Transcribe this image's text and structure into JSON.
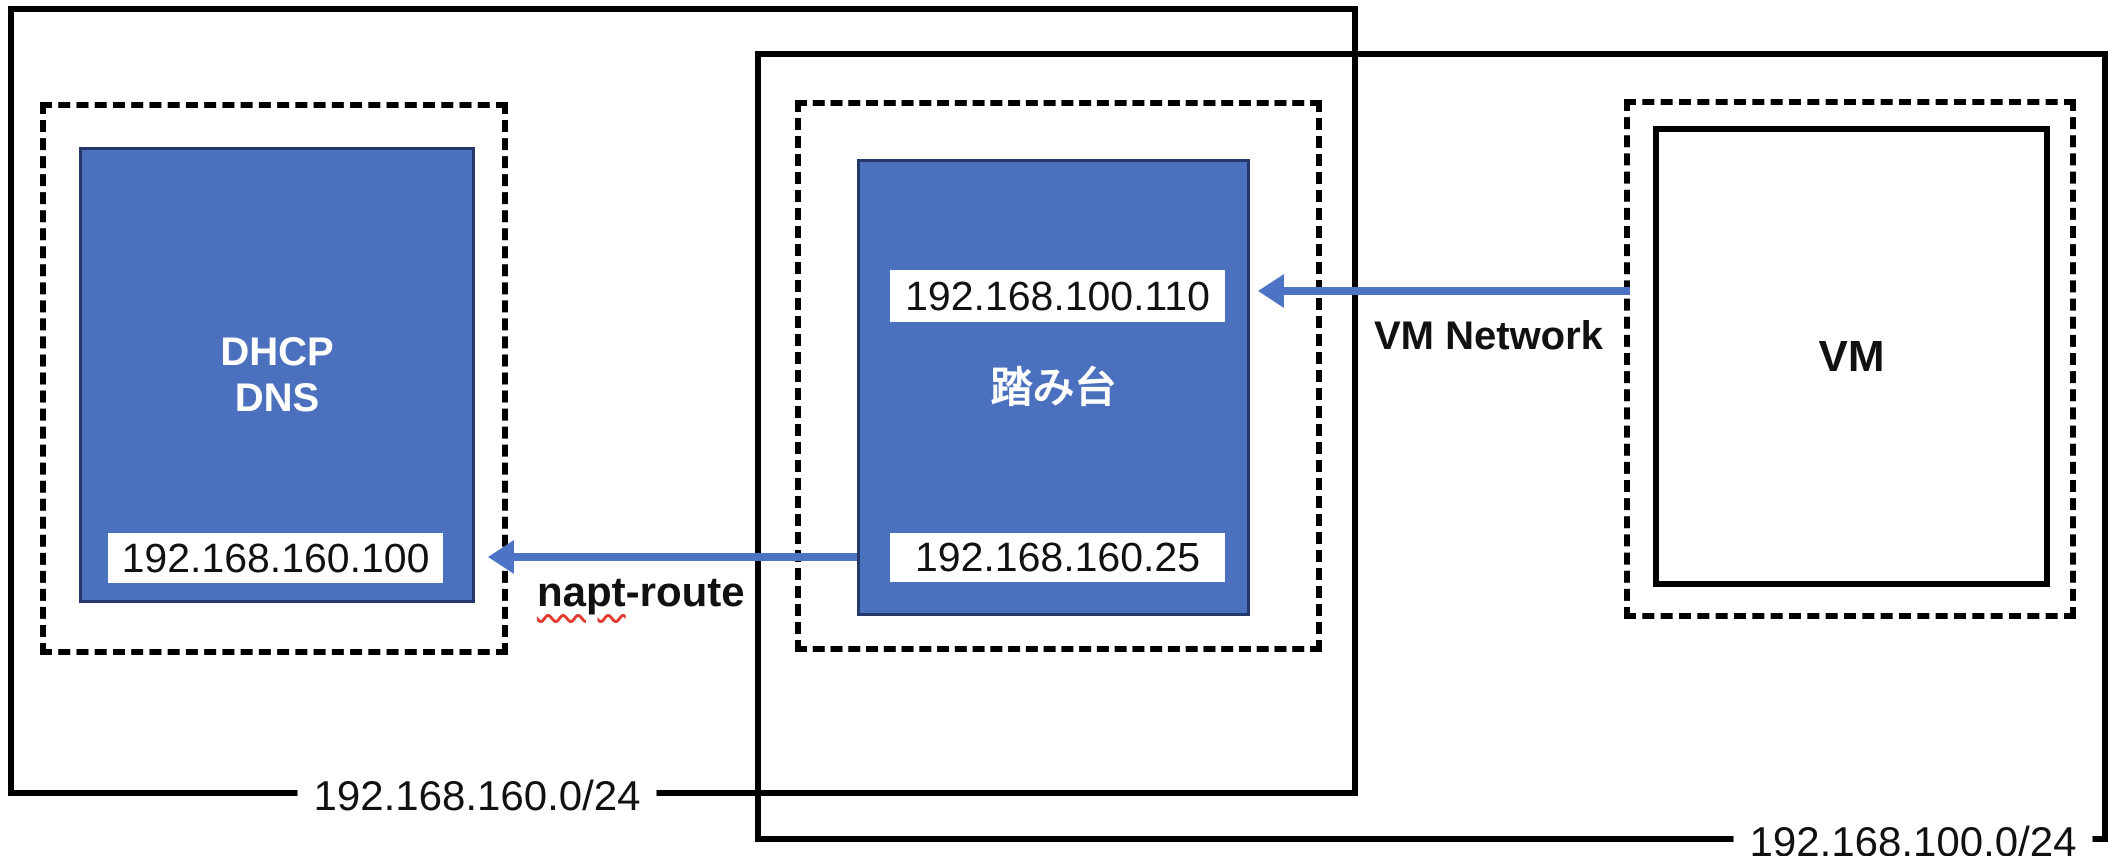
{
  "diagram": {
    "network_160": {
      "cidr_label": "192.168.160.0/24"
    },
    "network_100": {
      "cidr_label": "192.168.100.0/24"
    },
    "dhcp_dns_node": {
      "name_line1": "DHCP",
      "name_line2": "DNS",
      "ip": "192.168.160.100"
    },
    "bastion_node": {
      "name": "踏み台",
      "ip_upper": "192.168.100.110",
      "ip_lower": "192.168.160.25"
    },
    "vm_node": {
      "name": "VM"
    },
    "vm_network_link": {
      "label": "VM Network"
    },
    "napt_route_link": {
      "label_misspelled_part": "napt",
      "label_rest": "-route"
    },
    "colors": {
      "node_fill": "#4b70bd",
      "node_border": "#24386b",
      "arrow_blue": "#4d73c4",
      "outline_black": "#000000",
      "spellcheck_underline_red": "#e03a2f"
    }
  }
}
